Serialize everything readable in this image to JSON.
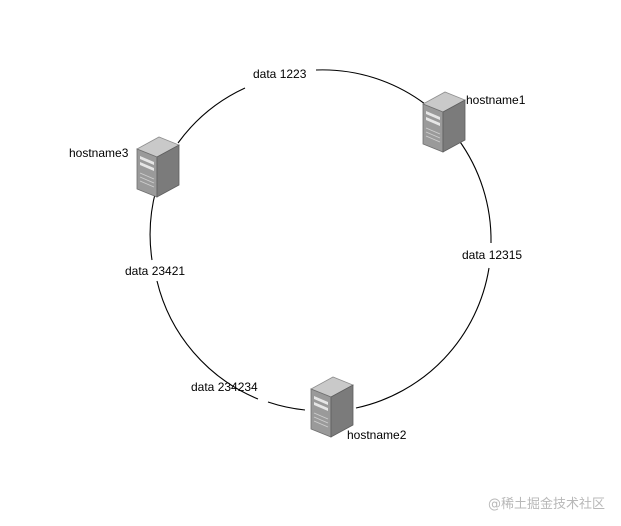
{
  "servers": {
    "hostname1": "hostname1",
    "hostname2": "hostname2",
    "hostname3": "hostname3"
  },
  "data_labels": {
    "d1": "data 1223",
    "d2": "data 12315",
    "d3": "data 23421",
    "d4": "data 234234"
  },
  "watermark": "@稀土掘金技术社区",
  "colors": {
    "line": "#000000",
    "server_front": "#8a8a8a",
    "server_side": "#6e6e6e",
    "server_top": "#c4c4c4"
  },
  "icons": [
    "server-icon"
  ]
}
